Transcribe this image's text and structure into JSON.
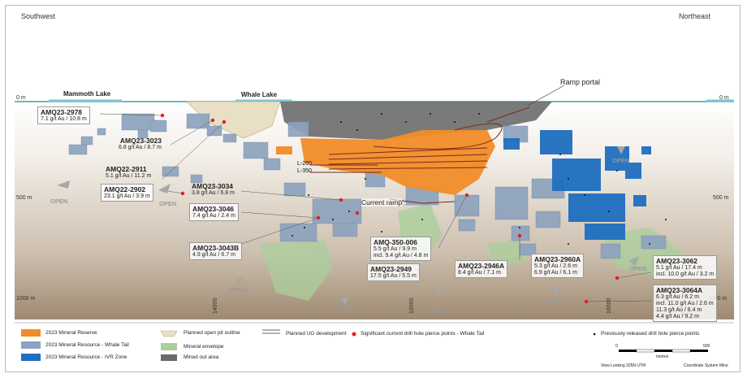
{
  "directions": {
    "left": "Southwest",
    "right": "Northeast"
  },
  "lakes": {
    "mammoth": "Mammoth Lake",
    "whale": "Whale Lake"
  },
  "depth_labels": {
    "zero_left": "0 m",
    "zero_right": "0 m",
    "five_left": "500 m",
    "five_right": "500 m",
    "thousand_left": "1000 m",
    "thousand_right": "1000 m"
  },
  "grid_eastings": [
    "14000",
    "15000",
    "16000"
  ],
  "features": {
    "ramp_portal": "Ramp portal",
    "current_ramp": "Current ramp",
    "l260": "L-260",
    "l350": "L-350"
  },
  "open_labels": [
    "OPEN",
    "OPEN",
    "OPEN",
    "OPEN",
    "OPEN",
    "OPEN",
    "OPEN",
    "OPEN"
  ],
  "holes": [
    {
      "id": "AMQ23-2978",
      "lines": [
        "7.1 g/t Au / 10.8 m"
      ]
    },
    {
      "id": "AMQ23-3023",
      "lines": [
        "6.8 g/t Au / 8.7 m"
      ]
    },
    {
      "id": "AMQ22-2911",
      "lines": [
        "5.1 g/t Au / 11.2 m"
      ]
    },
    {
      "id": "AMQ22-2902",
      "lines": [
        "23.1 g/t Au / 3.9 m"
      ]
    },
    {
      "id": "AMQ23-3034",
      "lines": [
        "3.8 g/t Au / 6.8 m"
      ]
    },
    {
      "id": "AMQ23-3046",
      "lines": [
        "7.4 g/t Au / 2.4 m"
      ]
    },
    {
      "id": "AMQ23-3043B",
      "lines": [
        "4.9 g/t Au / 6.7 m"
      ]
    },
    {
      "id": "AMQ-350-006",
      "lines": [
        "5.5 g/t Au / 9.9 m",
        "incl. 9.4 g/t Au / 4.8 m"
      ]
    },
    {
      "id": "AMQ23-2949",
      "lines": [
        "17.5 g/t Au / 5.5 m"
      ]
    },
    {
      "id": "AMQ23-2946A",
      "lines": [
        "8.4 g/t Au / 7.1 m"
      ]
    },
    {
      "id": "AMQ23-2960A",
      "lines": [
        "5.3 g/t Au / 2.6 m",
        "6.9 g/t Au / 6.1 m"
      ]
    },
    {
      "id": "AMQ23-3062",
      "lines": [
        "5.1 g/t Au / 17.4 m",
        "incl. 10.0 g/t Au / 3.2 m"
      ]
    },
    {
      "id": "AMQ23-3064A",
      "lines": [
        "6.3 g/t Au / 6.2 m",
        "incl. 11.0 g/t Au / 2.6 m",
        "11.3 g/t Au / 6.4 m",
        "4.4 g/t Au / 9.2 m"
      ]
    }
  ],
  "legend": {
    "reserve": "2023 Mineral Reserve",
    "resource_whale": "2023 Mineral Resource - Whale Tail",
    "resource_ivr": "2023 Mineral Resource - IVR Zone",
    "pit": "Planned open pit outline",
    "envelope": "Mineral envelope",
    "mined": "Mined out area",
    "ug": "Planned UG development",
    "significant": "Significant current drill hole pierce points - Whale Tail",
    "previous": "Previously released drill hole pierce points"
  },
  "footer": {
    "view": "View Looking 325N UTM",
    "coords": "Coordinate System Mine",
    "scale_left": "0",
    "scale_right": "500",
    "scale_unit": "metres"
  },
  "colors": {
    "reserve": "#f28c28",
    "resource_whale": "#8da3be",
    "resource_ivr": "#1f6fc0",
    "envelope": "#a9cf9b",
    "mined": "#6b6b6b",
    "pit": "#e9dfc5",
    "significant": "#e02020"
  }
}
